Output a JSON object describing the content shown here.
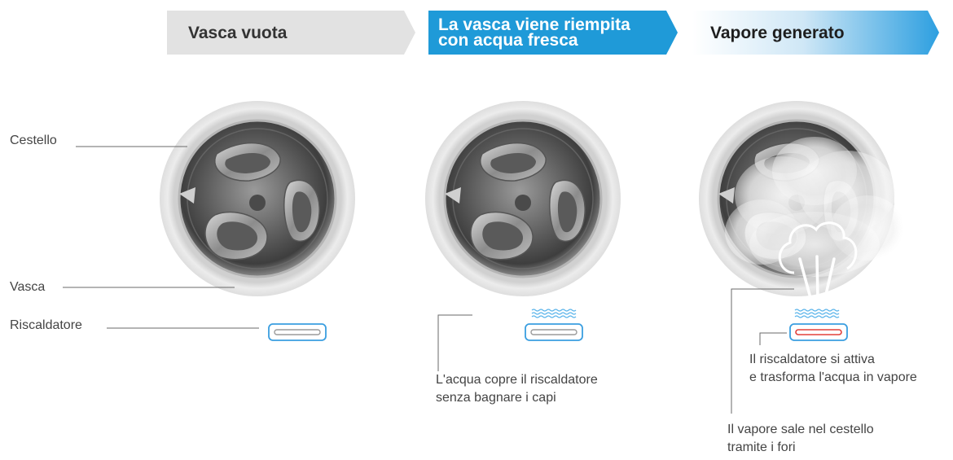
{
  "steps": [
    {
      "title": "Vasca vuota"
    },
    {
      "title_line1": "La vasca viene riempita",
      "title_line2": "con acqua fresca"
    },
    {
      "title": "Vapore generato"
    }
  ],
  "labels": {
    "drum": "Cestello",
    "tub": "Vasca",
    "heater": "Riscaldatore"
  },
  "notes": {
    "water": {
      "line1": "L'acqua copre il riscaldatore",
      "line2": "senza bagnare i capi"
    },
    "heater_on": {
      "line1": "Il riscaldatore si attiva",
      "line2": "e trasforma l'acqua in vapore"
    },
    "steam": {
      "line1": "Il vapore sale nel cestello",
      "line2": "tramite i fori"
    }
  },
  "colors": {
    "banner1": "#e2e2e2",
    "banner2": "#1f9ad8",
    "banner3_end": "#2d9fe0",
    "heater_outline": "#3a9ee0",
    "heater_active": "#e2403a",
    "water": "#5ab4ea"
  }
}
